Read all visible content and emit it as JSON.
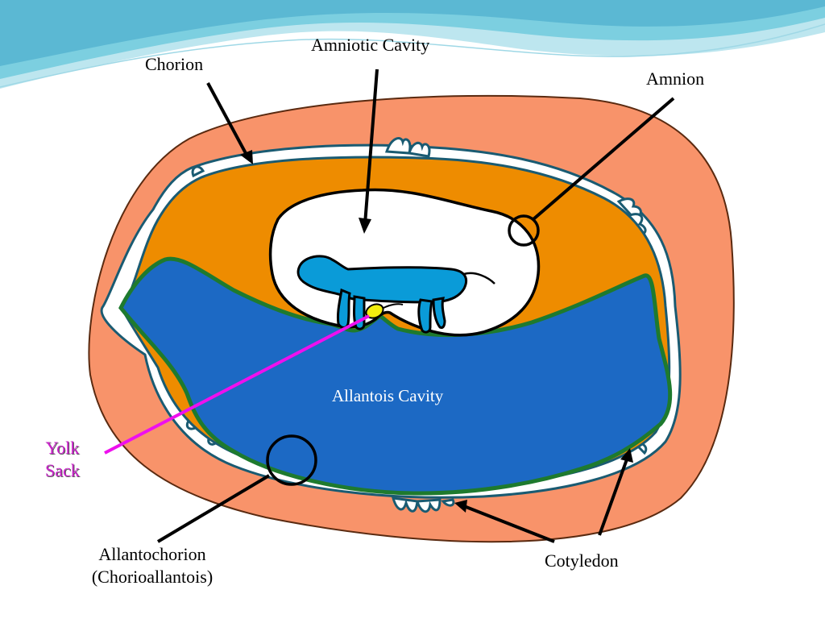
{
  "labels": {
    "amniotic_cavity": "Amniotic Cavity",
    "chorion": "Chorion",
    "amnion": "Amnion",
    "allantois_cavity": "Allantois Cavity",
    "yolk_sack_line1": "Yolk",
    "yolk_sack_line2": "Sack",
    "allantochorion_line1": "Allantochorion",
    "allantochorion_line2": "(Chorioallantois)",
    "cotyledon": "Cotyledon"
  },
  "colors": {
    "chorion_outer": "#F8936A",
    "allantois_layer": "#EE8C00",
    "allantois_cavity": "#1C69C4",
    "allantois_border": "#1E7A2E",
    "amnion_fluid": "#FFFFFF",
    "fetus": "#0A9BD8",
    "yolk": "#F2EE0E",
    "yolk_pointer": "#EE10EE",
    "yolk_text": "#CC22CC",
    "allantois_text": "#FFFFFF",
    "header_wave": "#7CCFE0"
  }
}
